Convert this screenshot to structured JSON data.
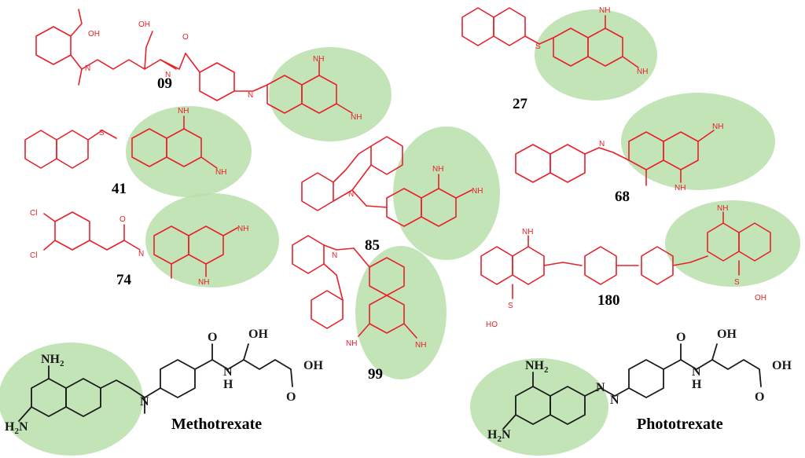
{
  "compounds": {
    "c09": {
      "label": "09"
    },
    "c27": {
      "label": "27"
    },
    "c41": {
      "label": "41"
    },
    "c68": {
      "label": "68"
    },
    "c74": {
      "label": "74"
    },
    "c85": {
      "label": "85"
    },
    "c99": {
      "label": "99"
    },
    "c180": {
      "label": "180"
    },
    "methotrexate": {
      "label": "Methotrexate"
    },
    "phototrexate": {
      "label": "Phototrexate"
    }
  },
  "atoms": {
    "NH2": "NH",
    "sub2": "2",
    "N": "N",
    "H": "H",
    "O": "O",
    "OH": "OH",
    "HO": "HO",
    "S": "S",
    "Cl": "Cl"
  },
  "colors": {
    "highlight": "#b7dfaa",
    "candidate": "#e8202a",
    "reference": "#1a1a1a"
  }
}
